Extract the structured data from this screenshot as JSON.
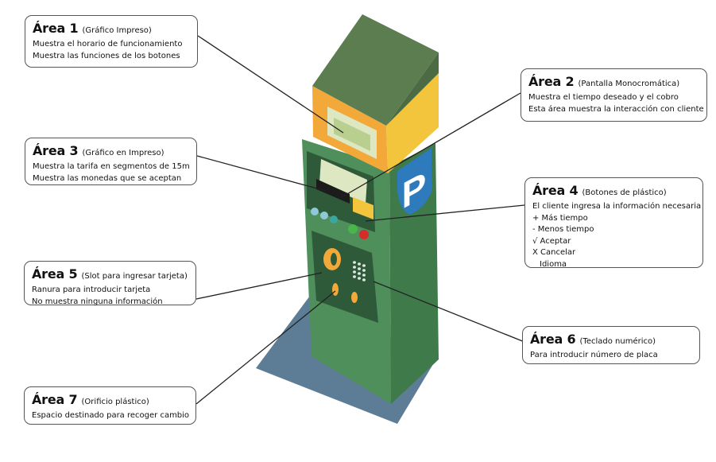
{
  "areas": {
    "a1": {
      "title": "Área 1",
      "subtitle": "(Gráfico Impreso)",
      "lines": [
        "Muestra el horario de funcionamiento",
        "Muestra las funciones de los botones"
      ]
    },
    "a2": {
      "title": "Área 2",
      "subtitle": "(Pantalla Monocromática)",
      "lines": [
        "Muestra el tiempo deseado y el cobro",
        "Esta área muestra la interacción con cliente"
      ]
    },
    "a3": {
      "title": "Área 3",
      "subtitle": "(Gráfico en Impreso)",
      "lines": [
        "Muestra la tarifa en segmentos de 15m",
        "Muestra las monedas que se aceptan"
      ]
    },
    "a4": {
      "title": "Área 4",
      "subtitle": "(Botones de plástico)",
      "lines": [
        "El cliente ingresa la información necesaria",
        "+ Más tiempo",
        "-  Menos tiempo",
        "√ Aceptar",
        "X Cancelar",
        "Idioma"
      ]
    },
    "a5": {
      "title": "Área 5",
      "subtitle": "(Slot para ingresar tarjeta)",
      "lines": [
        "Ranura para introducir tarjeta",
        "No muestra ninguna información"
      ]
    },
    "a6": {
      "title": "Área 6",
      "subtitle": "(Teclado numérico)",
      "lines": [
        "Para introducir número de placa"
      ]
    },
    "a7": {
      "title": "Área 7",
      "subtitle": "(Orificio plástico)",
      "lines": [
        "Espacio destinado para recoger cambio"
      ]
    }
  },
  "sign_letter": "P",
  "colors": {
    "body": "#4f8f5b",
    "body_dark": "#3f7a4a",
    "roof": "#5b7d4f",
    "roof_dark": "#4c6a43",
    "panel": "#2f5a3a",
    "yellow": "#f2c53d",
    "orange": "#f2a93a",
    "shadow": "#5d7d96",
    "sign": "#2d7bbd",
    "screen": "#dde8c2"
  }
}
